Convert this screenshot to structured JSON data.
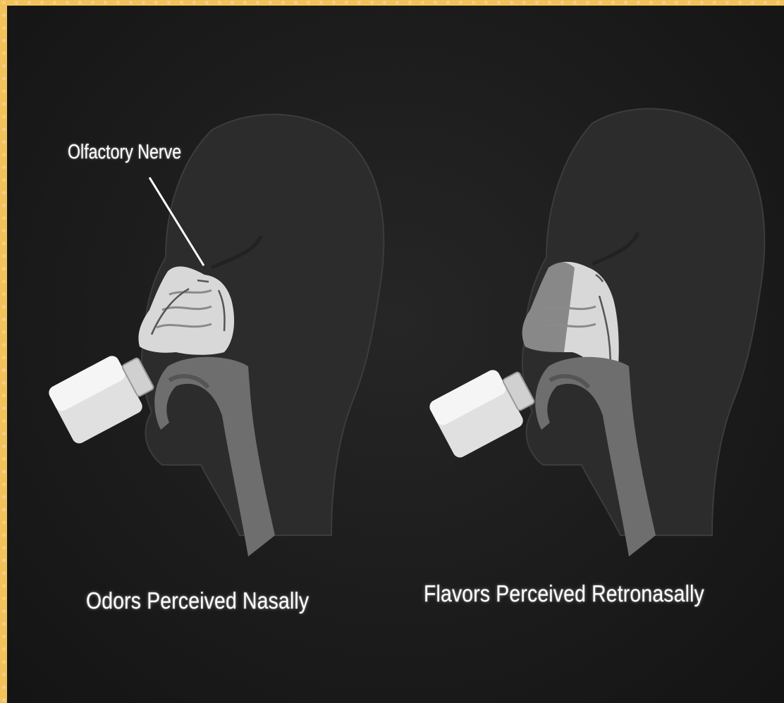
{
  "labels": {
    "olfactory_nerve": "Olfactory Nerve",
    "left_caption": "Odors Perceived Nasally",
    "right_caption": "Flavors Perceived Retronasally"
  },
  "colors": {
    "background": "#1c1c1c",
    "border": "#f2c25a",
    "head": "#2e2e2e",
    "airway": "#6f6f6f",
    "nasal_cavity": "#d9d9d9",
    "bottle": "#dcdcdc"
  }
}
